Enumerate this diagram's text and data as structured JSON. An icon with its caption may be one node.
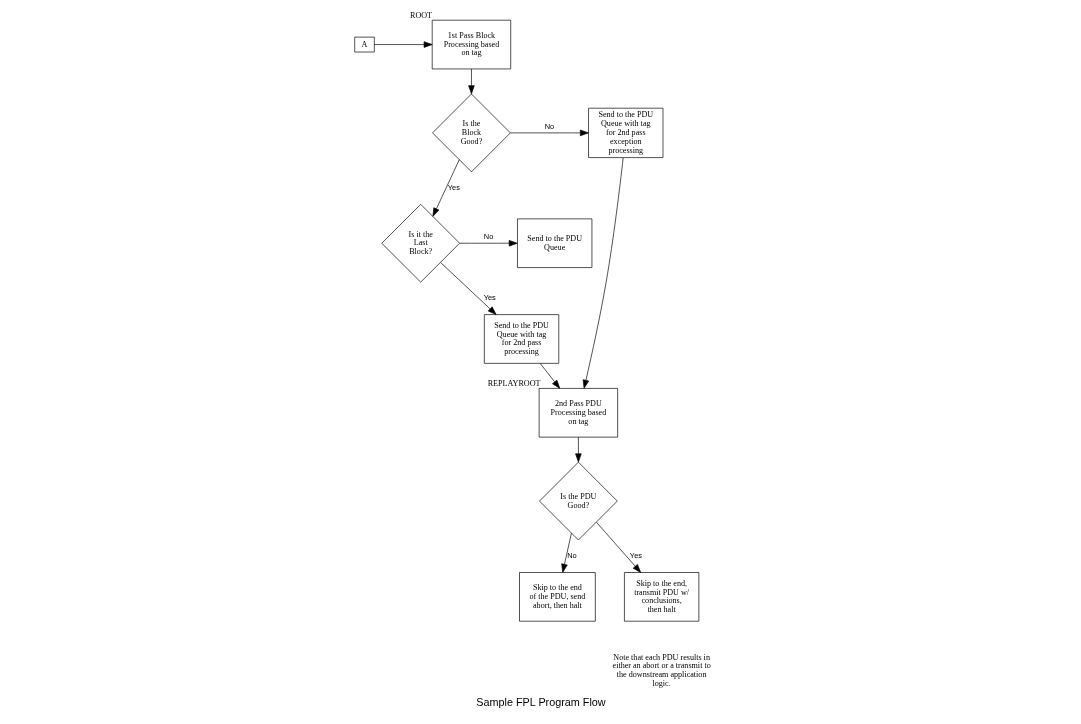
{
  "diagram": {
    "caption": "Sample FPL Program Flow",
    "nodes": [
      {
        "text": [
          "A"
        ]
      },
      {
        "text": [
          "1st Pass Block Processing based on tag"
        ],
        "beside": [
          "ROOT"
        ]
      },
      {
        "text": [
          "Is the Block Good?"
        ]
      },
      {
        "text": [
          "Send to the PDU Queue with tag for 2nd pass exception processing"
        ]
      },
      {
        "text": [
          "Is it the Last Block?"
        ]
      },
      {
        "text": [
          "Send to the PDU Queue"
        ]
      },
      {
        "text": [
          "Send to the PDU Queue with tag for 2nd pass processing"
        ]
      },
      {
        "text": [
          "2nd Pass PDU Processing based on tag"
        ],
        "beside": [
          "REPLAYROOT"
        ]
      },
      {
        "text": [
          "Is the PDU Good?"
        ]
      },
      {
        "text": [
          "Skip to the end of the PDU, send abort, then halt"
        ]
      },
      {
        "text": [
          "Skip to the end, transmit PDU w/ conclusions, then halt"
        ]
      }
    ],
    "edges": [
      {
        "from": 0,
        "to": 1,
        "arrow": "to"
      },
      {
        "from": 1,
        "to": 2,
        "arrow": "to"
      },
      {
        "from": 2,
        "to": 3,
        "arrow": "to",
        "label": "No"
      },
      {
        "from": 2,
        "to": 4,
        "arrow": "to",
        "label": "Yes"
      },
      {
        "from": 4,
        "to": 5,
        "arrow": "to",
        "label": "No"
      },
      {
        "from": 4,
        "to": 6,
        "arrow": "to",
        "label": "Yes"
      },
      {
        "from": 3,
        "to": 7,
        "arrow": "to"
      },
      {
        "from": 6,
        "to": 7,
        "arrow": "to"
      },
      {
        "from": 7,
        "to": 8,
        "arrow": "to"
      },
      {
        "from": 8,
        "to": 9,
        "arrow": "to",
        "label": "No"
      },
      {
        "from": 8,
        "to": 10,
        "arrow": "to",
        "label": "Yes"
      }
    ],
    "labels": [
      "Note that each PDU results in either an abort or a transmit to the downstream application logic."
    ]
  }
}
